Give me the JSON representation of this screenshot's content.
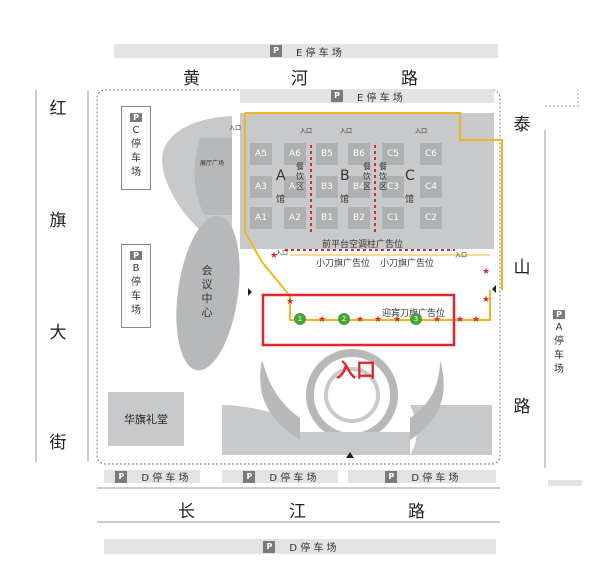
{
  "parking": {
    "p_badge": "P",
    "top_outer": "E 停 车 场",
    "top_inner": "E 停 车 场",
    "left_c": [
      "C",
      "停",
      "车",
      "场"
    ],
    "left_b": [
      "B",
      "停",
      "车",
      "场"
    ],
    "right_a": [
      "A",
      "停",
      "车",
      "场"
    ],
    "bottom_d": "D 停 车 场"
  },
  "roads": {
    "north": [
      "黄",
      "河",
      "路"
    ],
    "west": [
      "红",
      "旗",
      "大",
      "街"
    ],
    "east": [
      "泰",
      "山",
      "路"
    ],
    "south": [
      "长",
      "江",
      "路"
    ]
  },
  "halls": {
    "row1": [
      "A5",
      "A6",
      "B5",
      "B6",
      "C5",
      "C6"
    ],
    "row2": [
      "A3",
      "A4",
      "B3",
      "B4",
      "C3",
      "C4"
    ],
    "row3": [
      "A1",
      "A2",
      "B1",
      "B2",
      "C1",
      "C2"
    ],
    "pavilion_letters": [
      "A",
      "B",
      "C"
    ],
    "pavilion_word": "馆"
  },
  "buildings": {
    "convention": [
      "会",
      "议",
      "中",
      "心"
    ],
    "huaqi": "华旗礼堂"
  },
  "labels": {
    "entrance_big": "入口",
    "entrance_small": "入口",
    "banner_top": "前平台空调柱广告位",
    "banner_mid_1": "小刀旗广告位",
    "banner_mid_2": "小刀旗广告位",
    "banner_bottom": "迎宾刀旗广告位",
    "column_left": "餐饮区",
    "column_mid": "餐饮区",
    "column_right": "餐饮区",
    "plaza_text": "展厅广场",
    "green_markers": [
      "1",
      "2",
      "3"
    ]
  },
  "colors": {
    "route": "#f2b521",
    "highlight_box": "#e0262c",
    "hall_fill": "#aeb0b2",
    "building_fill": "#c8c9cb",
    "parking_fill": "#e3e3e3"
  }
}
